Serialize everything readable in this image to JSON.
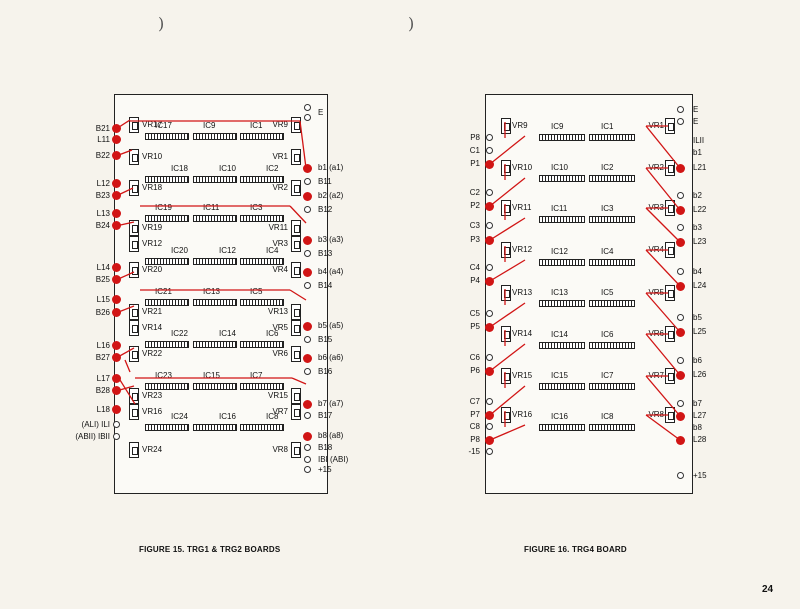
{
  "captions": {
    "fig15": "FIGURE 15. TRG1 & TRG2 BOARDS",
    "fig16": "FIGURE 16. TRG4 BOARD"
  },
  "page_number": "24",
  "board1": {
    "left_labels": [
      "B21",
      "L11",
      "B22",
      "L12",
      "B23",
      "L13",
      "B24",
      "L14",
      "B25",
      "L15",
      "B26",
      "L16",
      "B27",
      "L17",
      "B28",
      "L18",
      "(ALI) ILI",
      "(ABII) IBII"
    ],
    "right_labels": [
      "E",
      "b1 (a1)",
      "B11",
      "b2 (a2)",
      "B12",
      "b3 (a3)",
      "B13",
      "b4 (a4)",
      "B14",
      "b5 (a5)",
      "B15",
      "b6 (a6)",
      "B16",
      "b7 (a7)",
      "B17",
      "b8 (a8)",
      "B18",
      "IBI (ABI)",
      "+15"
    ],
    "vr_left": [
      "VR17",
      "VR10",
      "VR18",
      "VR19",
      "VR12",
      "VR20",
      "VR21",
      "VR14",
      "VR22",
      "VR23",
      "VR16",
      "VR24"
    ],
    "vr_right": [
      "VR9",
      "VR1",
      "VR2",
      "VR11",
      "VR3",
      "VR4",
      "VR13",
      "VR5",
      "VR6",
      "VR15",
      "VR7",
      "VR8"
    ],
    "ic_rows": [
      [
        "IC17",
        "IC9",
        "IC1"
      ],
      [
        "IC18",
        "IC10",
        "IC2"
      ],
      [
        "IC19",
        "IC11",
        "IC3"
      ],
      [
        "IC20",
        "IC12",
        "IC4"
      ],
      [
        "IC21",
        "IC13",
        "IC5"
      ],
      [
        "IC22",
        "IC14",
        "IC6"
      ],
      [
        "IC23",
        "IC15",
        "IC7"
      ],
      [
        "IC24",
        "IC16",
        "IC8"
      ]
    ]
  },
  "board2": {
    "left_labels": [
      "P8",
      "C1",
      "P1",
      "C2",
      "P2",
      "C3",
      "P3",
      "C4",
      "P4",
      "C5",
      "P5",
      "C6",
      "P6",
      "C7",
      "P7",
      "C8",
      "P8",
      "-15"
    ],
    "right_labels": [
      "E",
      "E",
      "ILII",
      "b1",
      "L21",
      "b2",
      "L22",
      "b3",
      "L23",
      "b4",
      "L24",
      "b5",
      "L25",
      "b6",
      "L26",
      "b7",
      "L27",
      "b8",
      "L28",
      "+15"
    ],
    "vr_left": [
      "VR9",
      "VR10",
      "VR11",
      "VR12",
      "VR13",
      "VR14",
      "VR15",
      "VR16"
    ],
    "vr_right": [
      "VR1",
      "VR2",
      "VR3",
      "VR4",
      "VR5",
      "VR6",
      "VR7",
      "VR8"
    ],
    "ic_rows": [
      [
        "IC9",
        "IC1"
      ],
      [
        "IC10",
        "IC2"
      ],
      [
        "IC11",
        "IC3"
      ],
      [
        "IC12",
        "IC4"
      ],
      [
        "IC13",
        "IC5"
      ],
      [
        "IC14",
        "IC6"
      ],
      [
        "IC15",
        "IC7"
      ],
      [
        "IC16",
        "IC8"
      ]
    ]
  }
}
